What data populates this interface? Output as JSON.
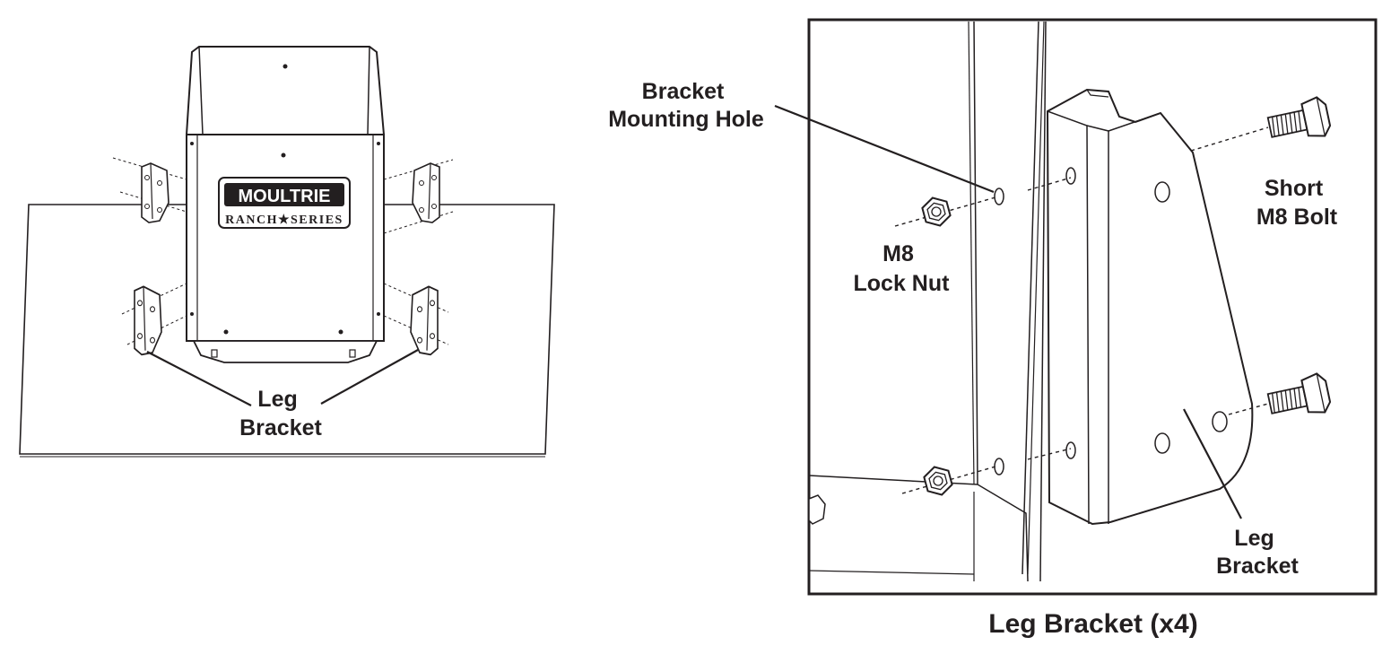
{
  "left_panel": {
    "logo_brand": "MOULTRIE",
    "logo_series": "RANCH★SERIES",
    "leg_bracket_label": [
      "Leg",
      "Bracket"
    ]
  },
  "right_panel": {
    "bracket_mounting_hole_label": [
      "Bracket",
      "Mounting Hole"
    ],
    "lock_nut_label": [
      "M8",
      "Lock Nut"
    ],
    "bolt_label": [
      "Short",
      "M8 Bolt"
    ],
    "leg_bracket_label": [
      "Leg",
      "Bracket"
    ]
  },
  "caption": "Leg Bracket (x4)",
  "colors": {
    "ink": "#231f20",
    "background": "#ffffff"
  }
}
